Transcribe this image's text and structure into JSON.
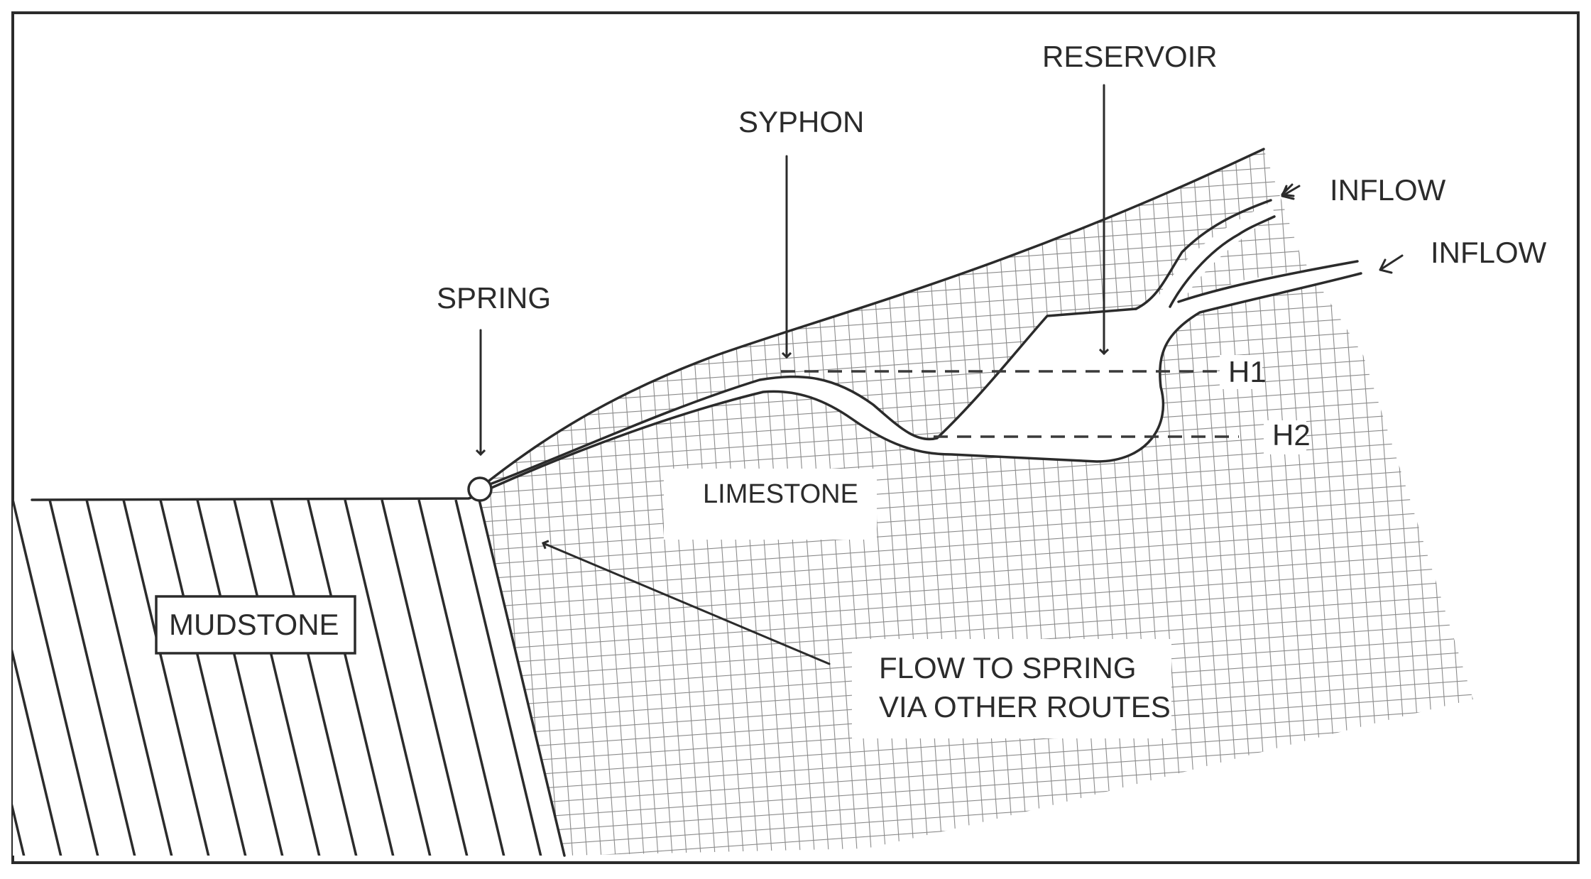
{
  "diagram": {
    "labels": {
      "reservoir": "RESERVOIR",
      "syphon": "SYPHON",
      "spring": "SPRING",
      "inflow_1": "INFLOW",
      "inflow_2": "INFLOW",
      "h1": "H1",
      "h2": "H2",
      "limestone": "LIMESTONE",
      "mudstone": "MUDSTONE",
      "flow_line_1": "FLOW TO SPRING",
      "flow_line_2": "VIA OTHER ROUTES"
    },
    "colors": {
      "ink": "#2b2b2b",
      "background": "#ffffff",
      "hatch": "#8a8a8a"
    }
  }
}
